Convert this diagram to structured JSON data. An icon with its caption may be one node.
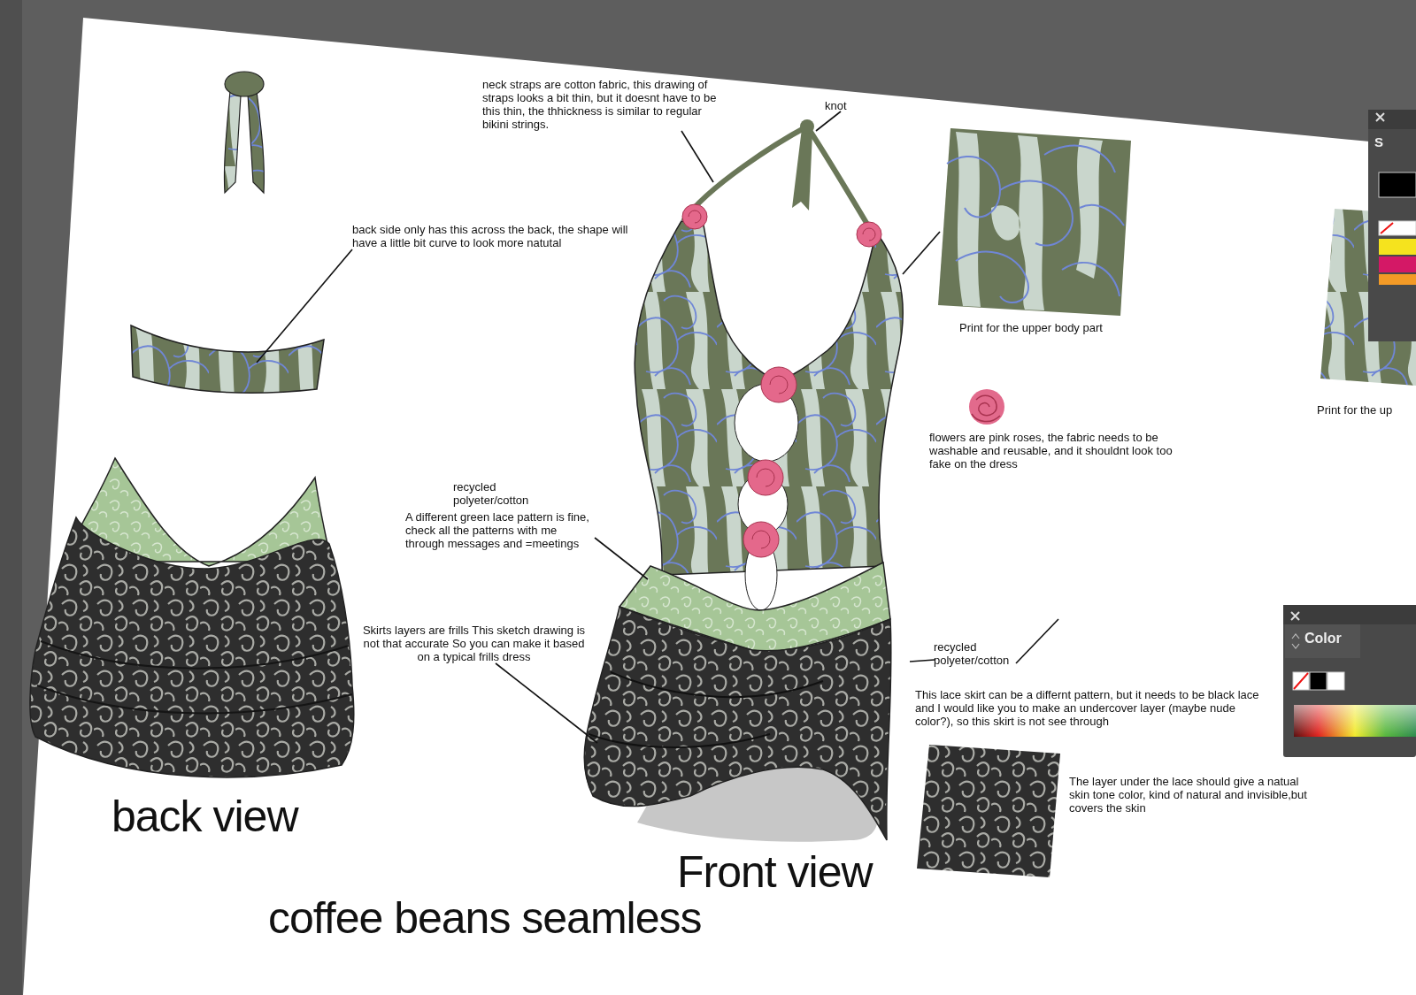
{
  "diagram": {
    "nodes": [
      {
        "text": [
          "neck straps are cotton fabric, this drawing of straps looks a bit thin, but it doesnt have to be this thin, the thhickness is similar to regular bikini strings."
        ]
      },
      {
        "text": [
          "knot"
        ]
      },
      {
        "text": [],
        "shape": "picture"
      },
      {
        "text": [],
        "shape": "picture"
      },
      {
        "text": [],
        "shape": "picture",
        "beside": [
          "back view"
        ]
      },
      {
        "text": [
          "back side only has this across the back, the shape will have a little bit curve to look more natutal"
        ]
      },
      {
        "text": [],
        "shape": "picture",
        "beside": [
          "Front view"
        ]
      },
      {
        "text": [],
        "shape": "picture",
        "beside": [
          "Print for the upper body part"
        ]
      },
      {
        "text": [
          "A different green lace pattern is fine, check all the patterns with me through messages and =meetings"
        ]
      },
      {
        "text": [
          "Skirts layers are frills This sketch drawing is not that accurate So you can make it based on a typical frills dress"
        ]
      },
      {
        "text": [
          "recycled polyeter/cotton"
        ]
      }
    ],
    "edges": [
      {
        "from": 0,
        "to": 6,
        "arrow": "none"
      },
      {
        "from": 1,
        "to": 6,
        "arrow": "none"
      },
      {
        "from": 5,
        "to": 3,
        "arrow": "none"
      },
      {
        "from": 7,
        "to": 6,
        "arrow": "none"
      },
      {
        "from": 8,
        "to": 6,
        "arrow": "none"
      },
      {
        "from": 9,
        "to": 6,
        "arrow": "none"
      },
      {
        "from": 6,
        "to": 10,
        "arrow": "none"
      },
      {
        "from": 10,
        "to": null,
        "arrow": "none"
      }
    ],
    "labels": [
      "S",
      "Print for the up",
      "flowers are pink roses, the fabric needs to be washable and reusable, and it shouldnt look too fake on the dress",
      "recycled polyeter/cotton",
      "This lace skirt can be a differnt pattern, but it needs to be black lace and I would like you to make an undercover layer (maybe nude color?), so this skirt is not see through",
      "Color",
      "The layer under the lace should give a natual skin tone color, kind of natural and invisible,but covers the skin",
      "coffee beans seamless"
    ]
  }
}
